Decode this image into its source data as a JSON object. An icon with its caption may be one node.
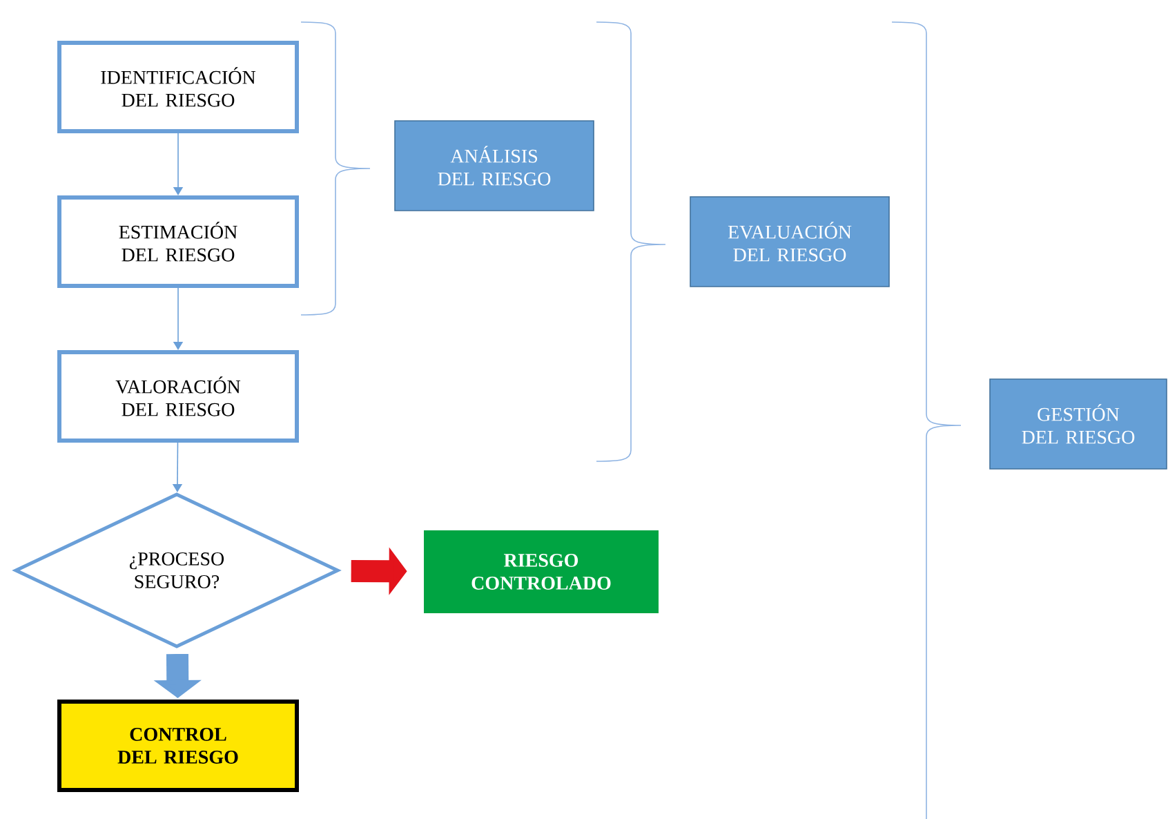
{
  "diagram": {
    "nodes": [
      {
        "text": [
          "IDENTIFICACIÓN DEL RIESGO"
        ]
      },
      {
        "text": [
          "ESTIMACIÓN DEL RIESGO"
        ]
      },
      {
        "text": [
          "VALORACIÓN DEL RIESGO"
        ]
      },
      {
        "text": [
          "ANÁLISIS DEL RIESGO"
        ]
      },
      {
        "text": [
          "EVALUACIÓN DEL RIESGO"
        ]
      },
      {
        "text": [
          "GESTIÓN DEL RIESGO"
        ]
      },
      {
        "text": [
          "¿PROCESO SEGURO?"
        ]
      },
      {
        "text": [
          "RIESGO CONTROLADO"
        ]
      },
      {
        "text": [
          "CONTROL DEL RIESGO"
        ]
      }
    ],
    "edges": [
      {
        "from": 0,
        "to": 1,
        "arrow": "to"
      },
      {
        "from": 1,
        "to": 2,
        "arrow": "to"
      },
      {
        "from": 2,
        "to": 6,
        "arrow": "to"
      },
      {
        "from": 6,
        "to": 7,
        "arrow": "to",
        "style": "thick",
        "color": "#e3141c"
      },
      {
        "from": 6,
        "to": 8,
        "arrow": "to",
        "style": "thick"
      }
    ]
  }
}
